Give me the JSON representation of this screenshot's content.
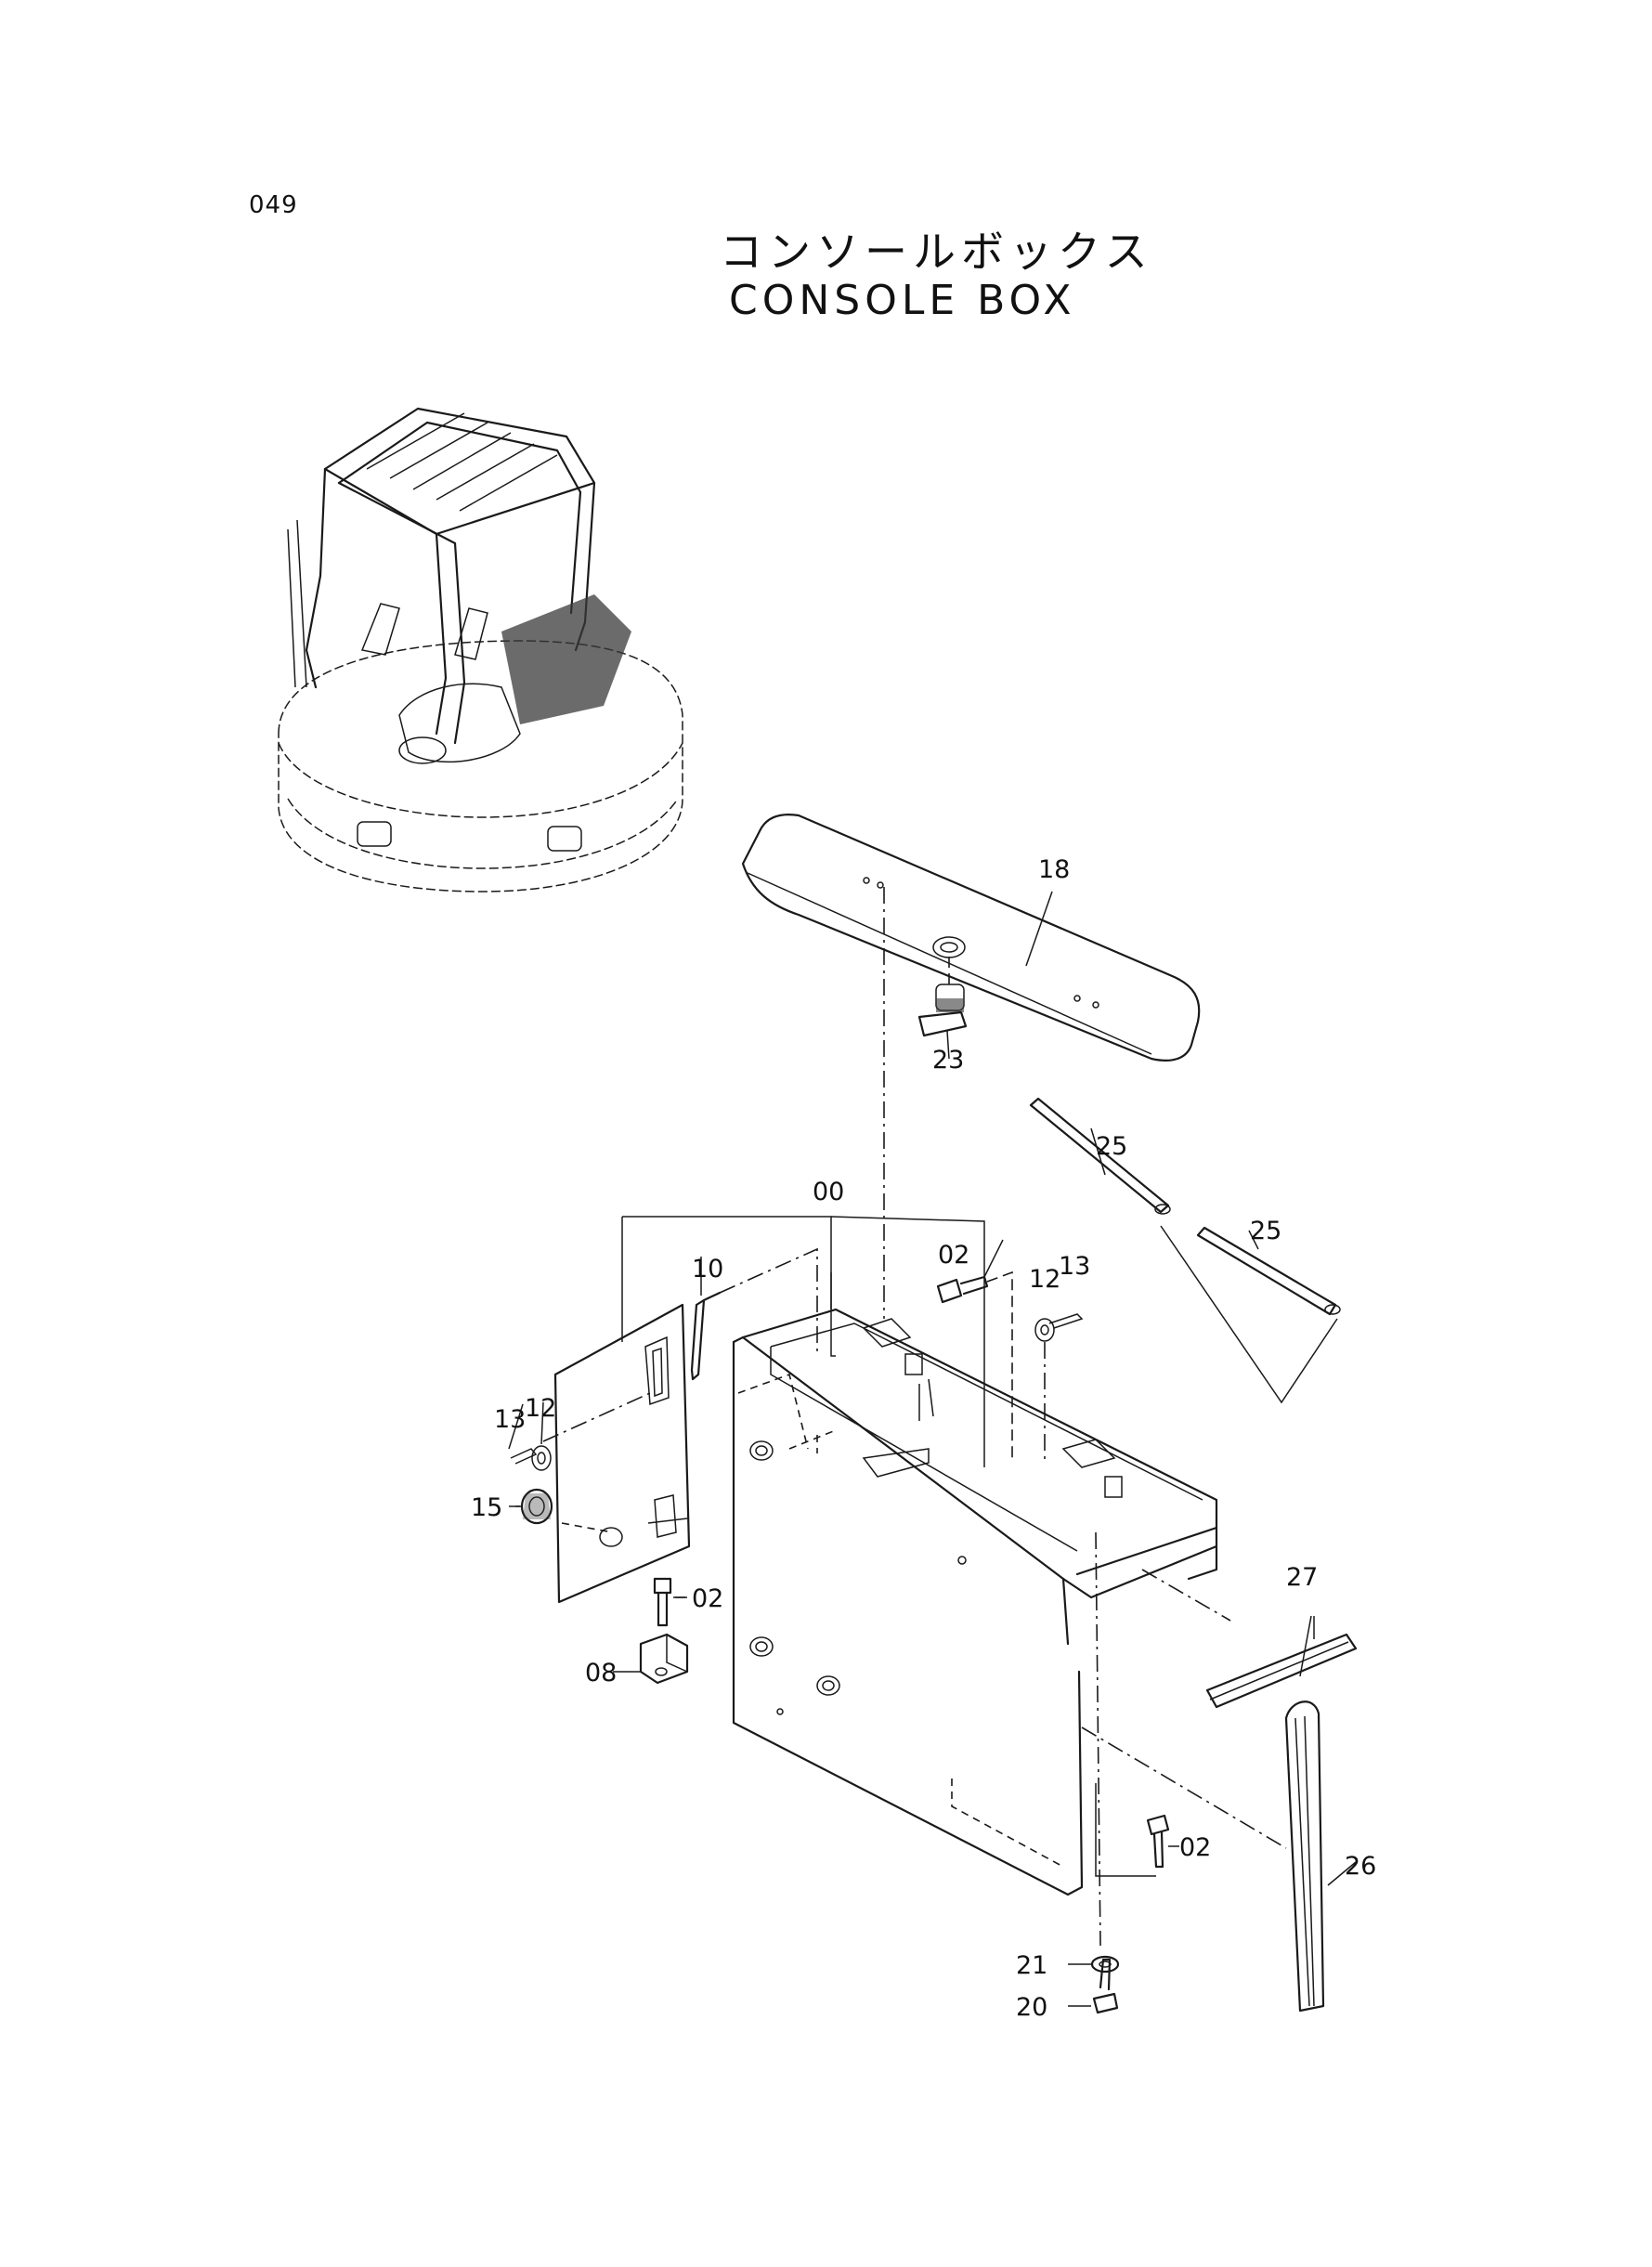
{
  "page_number": "049",
  "title_jp": "コンソールボックス",
  "title_en": "CONSOLE BOX",
  "part_labels": {
    "p00": "00",
    "p02a": "02",
    "p02b": "02",
    "p02c": "02",
    "p08": "08",
    "p10": "10",
    "p12a": "12",
    "p12b": "12",
    "p13a": "13",
    "p13b": "13",
    "p15": "15",
    "p18": "18",
    "p20": "20",
    "p21": "21",
    "p23": "23",
    "p25a": "25",
    "p25b": "25",
    "p26": "26",
    "p27": "27"
  }
}
